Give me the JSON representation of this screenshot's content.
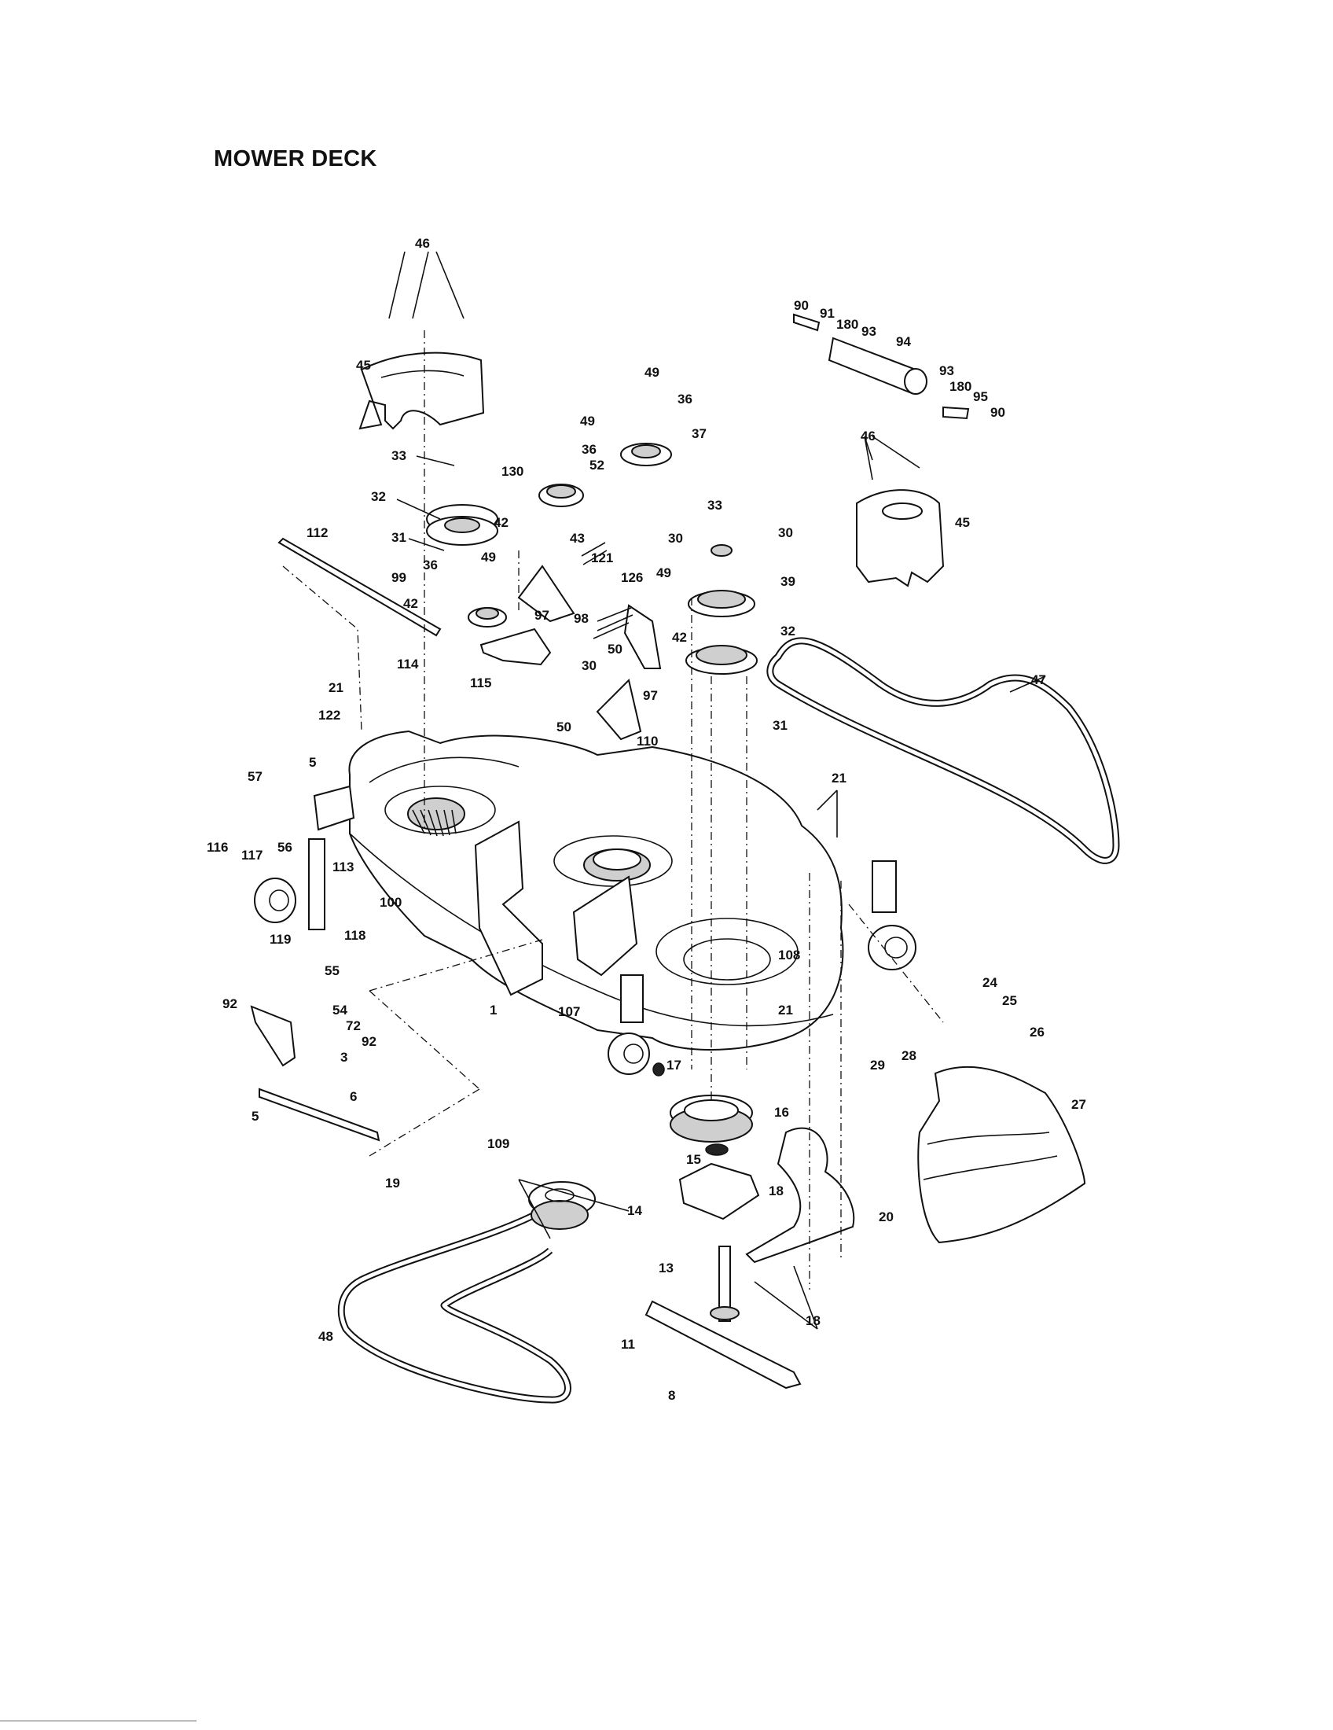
{
  "title": "MOWER DECK",
  "callouts": [
    {
      "id": "c46a",
      "label": "46"
    },
    {
      "id": "c45a",
      "label": "45"
    },
    {
      "id": "c33a",
      "label": "33"
    },
    {
      "id": "c32a",
      "label": "32"
    },
    {
      "id": "c31a",
      "label": "31"
    },
    {
      "id": "c36a",
      "label": "36"
    },
    {
      "id": "c49a",
      "label": "49"
    },
    {
      "id": "c99",
      "label": "99"
    },
    {
      "id": "c42a",
      "label": "42"
    },
    {
      "id": "c112",
      "label": "112"
    },
    {
      "id": "c130",
      "label": "130"
    },
    {
      "id": "c42b",
      "label": "42"
    },
    {
      "id": "c49b",
      "label": "49"
    },
    {
      "id": "c36b",
      "label": "36"
    },
    {
      "id": "c52",
      "label": "52"
    },
    {
      "id": "c43",
      "label": "43"
    },
    {
      "id": "c97a",
      "label": "97"
    },
    {
      "id": "c115",
      "label": "115"
    },
    {
      "id": "c114",
      "label": "114"
    },
    {
      "id": "c21a",
      "label": "21"
    },
    {
      "id": "c122",
      "label": "122"
    },
    {
      "id": "c50a",
      "label": "50"
    },
    {
      "id": "c121",
      "label": "121"
    },
    {
      "id": "c98",
      "label": "98"
    },
    {
      "id": "c49c",
      "label": "49"
    },
    {
      "id": "c36c",
      "label": "36"
    },
    {
      "id": "c37",
      "label": "37"
    },
    {
      "id": "c126",
      "label": "126"
    },
    {
      "id": "c49d",
      "label": "49"
    },
    {
      "id": "c42c",
      "label": "42"
    },
    {
      "id": "c50b",
      "label": "50"
    },
    {
      "id": "c97b",
      "label": "97"
    },
    {
      "id": "c30a",
      "label": "30"
    },
    {
      "id": "c110",
      "label": "110"
    },
    {
      "id": "c30b",
      "label": "30"
    },
    {
      "id": "c33b",
      "label": "33"
    },
    {
      "id": "c30c",
      "label": "30"
    },
    {
      "id": "c39",
      "label": "39"
    },
    {
      "id": "c32b",
      "label": "32"
    },
    {
      "id": "c31b",
      "label": "31"
    },
    {
      "id": "c90a",
      "label": "90"
    },
    {
      "id": "c91",
      "label": "91"
    },
    {
      "id": "c180a",
      "label": "180"
    },
    {
      "id": "c93a",
      "label": "93"
    },
    {
      "id": "c94",
      "label": "94"
    },
    {
      "id": "c93b",
      "label": "93"
    },
    {
      "id": "c180b",
      "label": "180"
    },
    {
      "id": "c95",
      "label": "95"
    },
    {
      "id": "c90b",
      "label": "90"
    },
    {
      "id": "c46b",
      "label": "46"
    },
    {
      "id": "c45b",
      "label": "45"
    },
    {
      "id": "c47",
      "label": "47"
    },
    {
      "id": "c57",
      "label": "57"
    },
    {
      "id": "c5a",
      "label": "5"
    },
    {
      "id": "c116",
      "label": "116"
    },
    {
      "id": "c117",
      "label": "117"
    },
    {
      "id": "c56",
      "label": "56"
    },
    {
      "id": "c113",
      "label": "113"
    },
    {
      "id": "c100",
      "label": "100"
    },
    {
      "id": "c119",
      "label": "119"
    },
    {
      "id": "c118",
      "label": "118"
    },
    {
      "id": "c21b",
      "label": "21"
    },
    {
      "id": "c108",
      "label": "108"
    },
    {
      "id": "c21c",
      "label": "21"
    },
    {
      "id": "c55",
      "label": "55"
    },
    {
      "id": "c92a",
      "label": "92"
    },
    {
      "id": "c54",
      "label": "54"
    },
    {
      "id": "c72",
      "label": "72"
    },
    {
      "id": "c92b",
      "label": "92"
    },
    {
      "id": "c3",
      "label": "3"
    },
    {
      "id": "c1",
      "label": "1"
    },
    {
      "id": "c107",
      "label": "107"
    },
    {
      "id": "c6",
      "label": "6"
    },
    {
      "id": "c5b",
      "label": "5"
    },
    {
      "id": "c17",
      "label": "17"
    },
    {
      "id": "c16",
      "label": "16"
    },
    {
      "id": "c109",
      "label": "109"
    },
    {
      "id": "c15",
      "label": "15"
    },
    {
      "id": "c19",
      "label": "19"
    },
    {
      "id": "c14",
      "label": "14"
    },
    {
      "id": "c18a",
      "label": "18"
    },
    {
      "id": "c20",
      "label": "20"
    },
    {
      "id": "c24",
      "label": "24"
    },
    {
      "id": "c25",
      "label": "25"
    },
    {
      "id": "c26",
      "label": "26"
    },
    {
      "id": "c28",
      "label": "28"
    },
    {
      "id": "c29",
      "label": "29"
    },
    {
      "id": "c27",
      "label": "27"
    },
    {
      "id": "c13",
      "label": "13"
    },
    {
      "id": "c18b",
      "label": "18"
    },
    {
      "id": "c48",
      "label": "48"
    },
    {
      "id": "c11",
      "label": "11"
    },
    {
      "id": "c8",
      "label": "8"
    }
  ]
}
